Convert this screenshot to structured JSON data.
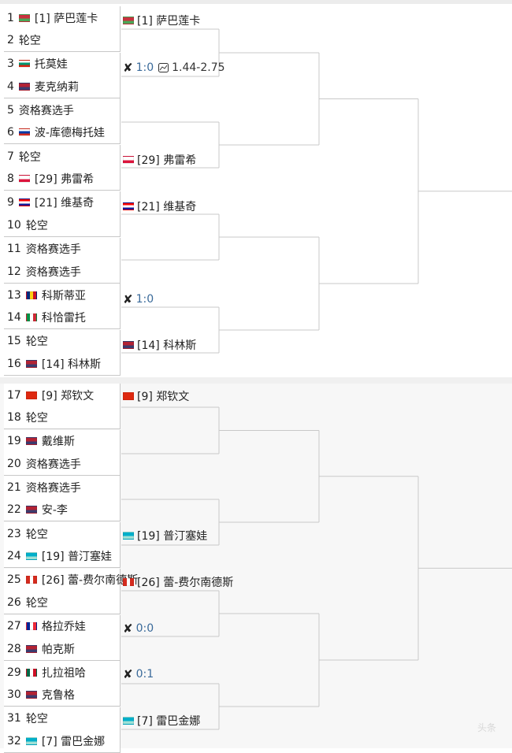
{
  "flags": {
    "blr": {
      "top": "#c8313e",
      "bottom": "#4aa657"
    },
    "bul": {
      "top": "#ffffff",
      "mid": "#00966e",
      "bottom": "#d62612"
    },
    "usa": {
      "top": "#b22234",
      "bottom": "#3c3b6e"
    },
    "rus": {
      "top": "#ffffff",
      "mid": "#0039a6",
      "bottom": "#d52b1e"
    },
    "pol": {
      "top": "#ffffff",
      "bottom": "#dc143c"
    },
    "cro": {
      "top": "#ff0000",
      "mid": "#ffffff",
      "bottom": "#171796"
    },
    "rou": {
      "left": "#002b7f",
      "mid": "#fcd116",
      "right": "#ce1126"
    },
    "ita": {
      "left": "#009246",
      "mid": "#ffffff",
      "right": "#ce2b37"
    },
    "chn": {
      "top": "#de2910",
      "bottom": "#de2910"
    },
    "kaz": {
      "top": "#00afca",
      "bottom": "#9fe0d6"
    },
    "can": {
      "left": "#d52b1e",
      "mid": "#ffffff",
      "right": "#d52b1e"
    },
    "fra": {
      "left": "#002395",
      "mid": "#ffffff",
      "right": "#ed2939"
    },
    "mex": {
      "left": "#006847",
      "mid": "#ffffff",
      "right": "#ce1126"
    }
  },
  "round1": [
    {
      "num": "1",
      "flag": "blr",
      "name": "[1] 萨巴莲卡"
    },
    {
      "num": "2",
      "flag": "",
      "name": "轮空"
    },
    {
      "num": "3",
      "flag": "bul",
      "name": "托莫娃"
    },
    {
      "num": "4",
      "flag": "usa",
      "name": "麦克纳莉"
    },
    {
      "num": "5",
      "flag": "",
      "name": "资格赛选手"
    },
    {
      "num": "6",
      "flag": "rus",
      "name": "波-库德梅托娃"
    },
    {
      "num": "7",
      "flag": "",
      "name": "轮空"
    },
    {
      "num": "8",
      "flag": "pol",
      "name": "[29] 弗雷希"
    },
    {
      "num": "9",
      "flag": "cro",
      "name": "[21] 维基奇"
    },
    {
      "num": "10",
      "flag": "",
      "name": "轮空"
    },
    {
      "num": "11",
      "flag": "",
      "name": "资格赛选手"
    },
    {
      "num": "12",
      "flag": "",
      "name": "资格赛选手"
    },
    {
      "num": "13",
      "flag": "rou",
      "name": "科斯蒂亚"
    },
    {
      "num": "14",
      "flag": "ita",
      "name": "科恰雷托"
    },
    {
      "num": "15",
      "flag": "",
      "name": "轮空"
    },
    {
      "num": "16",
      "flag": "usa",
      "name": "[14] 科林斯"
    },
    {
      "num": "17",
      "flag": "chn",
      "name": "[9] 郑钦文"
    },
    {
      "num": "18",
      "flag": "",
      "name": "轮空"
    },
    {
      "num": "19",
      "flag": "usa",
      "name": "戴维斯"
    },
    {
      "num": "20",
      "flag": "",
      "name": "资格赛选手"
    },
    {
      "num": "21",
      "flag": "",
      "name": "资格赛选手"
    },
    {
      "num": "22",
      "flag": "usa",
      "name": "安-李"
    },
    {
      "num": "23",
      "flag": "",
      "name": "轮空"
    },
    {
      "num": "24",
      "flag": "kaz",
      "name": "[19] 普汀塞娃"
    },
    {
      "num": "25",
      "flag": "can",
      "name": "[26] 蕾-费尔南德斯"
    },
    {
      "num": "26",
      "flag": "",
      "name": "轮空"
    },
    {
      "num": "27",
      "flag": "fra",
      "name": "格拉乔娃"
    },
    {
      "num": "28",
      "flag": "usa",
      "name": "帕克斯"
    },
    {
      "num": "29",
      "flag": "mex",
      "name": "扎拉祖哈"
    },
    {
      "num": "30",
      "flag": "usa",
      "name": "克鲁格"
    },
    {
      "num": "31",
      "flag": "",
      "name": "轮空"
    },
    {
      "num": "32",
      "flag": "kaz",
      "name": "[7] 雷巴金娜"
    }
  ],
  "round2": [
    {
      "type": "player",
      "flag": "blr",
      "name": "[1] 萨巴莲卡"
    },
    {
      "type": "match",
      "score": "1:0",
      "odds": "1.44-2.75"
    },
    {
      "type": "player",
      "flag": "pol",
      "name": "[29] 弗雷希"
    },
    {
      "type": "player",
      "flag": "cro",
      "name": "[21] 维基奇"
    },
    {
      "type": "match",
      "score": "1:0",
      "odds": ""
    },
    {
      "type": "player",
      "flag": "usa",
      "name": "[14] 科林斯"
    },
    {
      "type": "player",
      "flag": "chn",
      "name": "[9] 郑钦文"
    },
    {
      "type": "player",
      "flag": "kaz",
      "name": "[19] 普汀塞娃"
    },
    {
      "type": "player",
      "flag": "can",
      "name": "[26] 蕾-费尔南德斯"
    },
    {
      "type": "match",
      "score": "0:0",
      "odds": ""
    },
    {
      "type": "match",
      "score": "0:1",
      "odds": ""
    },
    {
      "type": "player",
      "flag": "kaz",
      "name": "[7] 雷巴金娜"
    }
  ],
  "watermark": "头条"
}
